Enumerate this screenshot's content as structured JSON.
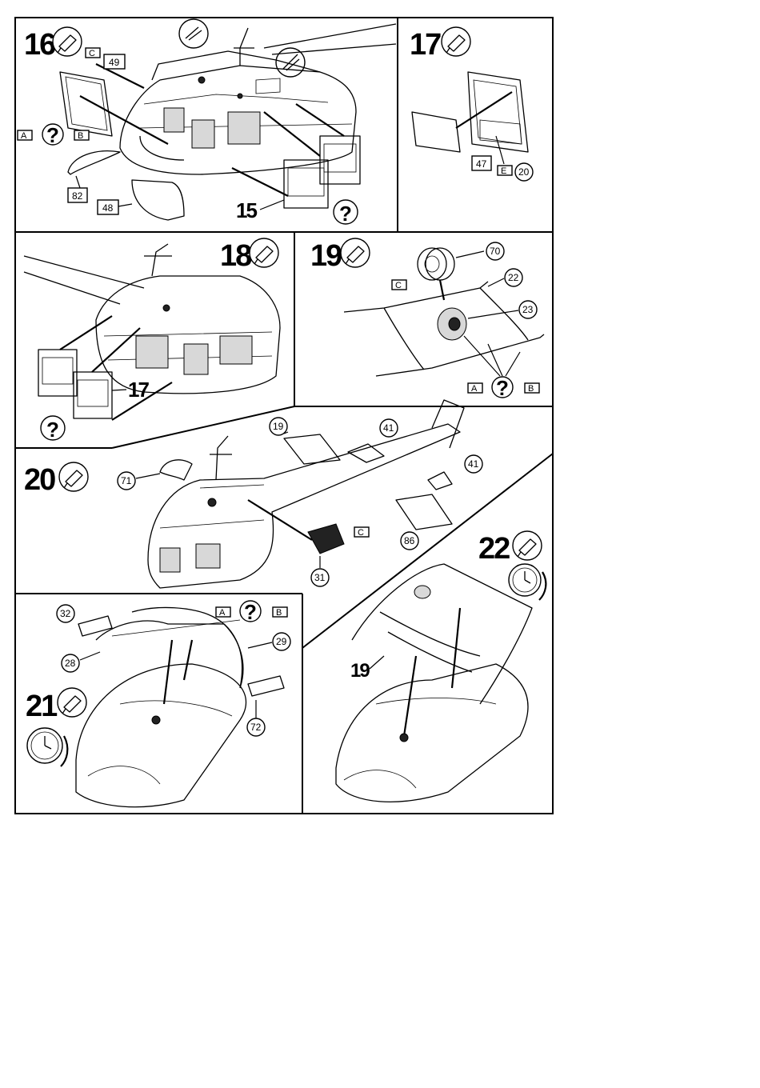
{
  "steps": [
    {
      "id": "16",
      "number": "16",
      "parts": [
        "49",
        "82",
        "48",
        "15"
      ],
      "letters": [
        "C",
        "A",
        "B"
      ]
    },
    {
      "id": "17",
      "number": "17",
      "parts": [
        "47",
        "20"
      ],
      "letters": [
        "E"
      ]
    },
    {
      "id": "18",
      "number": "18",
      "parts": [
        "17"
      ],
      "letters": []
    },
    {
      "id": "19",
      "number": "19",
      "parts": [
        "70",
        "22",
        "23"
      ],
      "letters": [
        "C",
        "A",
        "B"
      ]
    },
    {
      "id": "20",
      "number": "20",
      "parts": [
        "19",
        "41",
        "71",
        "41",
        "86",
        "31"
      ],
      "letters": [
        "C"
      ]
    },
    {
      "id": "21",
      "number": "21",
      "parts": [
        "32",
        "28",
        "29",
        "72"
      ],
      "letters": [
        "A",
        "B"
      ]
    },
    {
      "id": "22",
      "number": "22",
      "parts": [
        "19"
      ],
      "letters": []
    }
  ],
  "labels": {
    "s16_49": "49",
    "s16_82": "82",
    "s16_48": "48",
    "s16_15": "15",
    "s16_c": "C",
    "s16_a": "A",
    "s16_b": "B",
    "s17_47": "47",
    "s17_20": "20",
    "s17_e": "E",
    "s18_17": "17",
    "s19_70": "70",
    "s19_22": "22",
    "s19_23": "23",
    "s19_c": "C",
    "s19_a": "A",
    "s19_b": "B",
    "s20_19": "19",
    "s20_41a": "41",
    "s20_71": "71",
    "s20_41b": "41",
    "s20_86": "86",
    "s20_31": "31",
    "s20_c": "C",
    "s21_32": "32",
    "s21_28": "28",
    "s21_29": "29",
    "s21_72": "72",
    "s21_a": "A",
    "s21_b": "B",
    "s22_19": "19"
  },
  "symbols": {
    "question": "?",
    "glue_icon": "glue-tube-icon",
    "clock_icon": "drying-time-clock-icon"
  }
}
